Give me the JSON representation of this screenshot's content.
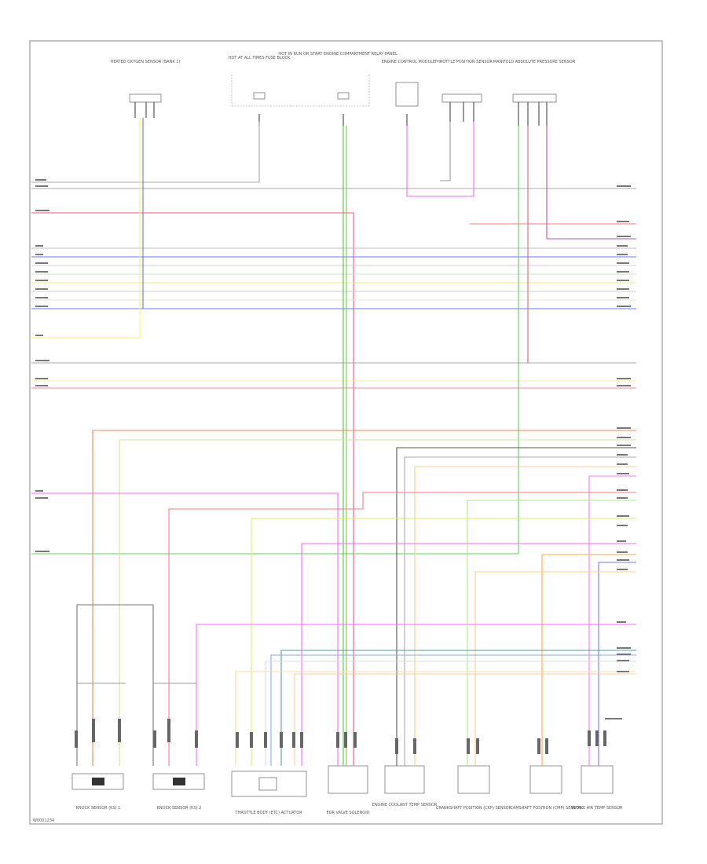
{
  "diagram": {
    "footer_code": "W0001234",
    "top_components": [
      {
        "id": "wp",
        "label": "HEATED OXYGEN SENSOR (BANK 1)"
      },
      {
        "id": "fuse1",
        "label": "HOT AT ALL TIMES FUSE BLOCK"
      },
      {
        "id": "fuse2",
        "label": "HOT IN RUN OR START ENGINE COMPARTMENT RELAY PANEL"
      },
      {
        "id": "ecm",
        "label": "ENGINE CONTROL MODULE"
      },
      {
        "id": "tps",
        "label": "THROTTLE POSITION SENSOR"
      },
      {
        "id": "map",
        "label": "MANIFOLD ABSOLUTE PRESSURE SENSOR"
      }
    ],
    "bottom_components": [
      {
        "id": "ks1",
        "label": "KNOCK SENSOR (KS) 1"
      },
      {
        "id": "ks2",
        "label": "KNOCK SENSOR (KS) 2"
      },
      {
        "id": "etc",
        "label": "THROTTLE BODY (ETC) ACTUATOR"
      },
      {
        "id": "egr",
        "label": "EGR VALVE SOLENOID"
      },
      {
        "id": "ect",
        "label": "ENGINE COOLANT TEMP SENSOR"
      },
      {
        "id": "ckp",
        "label": "CRANKSHAFT POSITION (CKP) SENSOR"
      },
      {
        "id": "cmp",
        "label": "CAMSHAFT POSITION (CMP) SENSOR"
      },
      {
        "id": "iat",
        "label": "INTAKE AIR TEMP SENSOR"
      }
    ]
  }
}
